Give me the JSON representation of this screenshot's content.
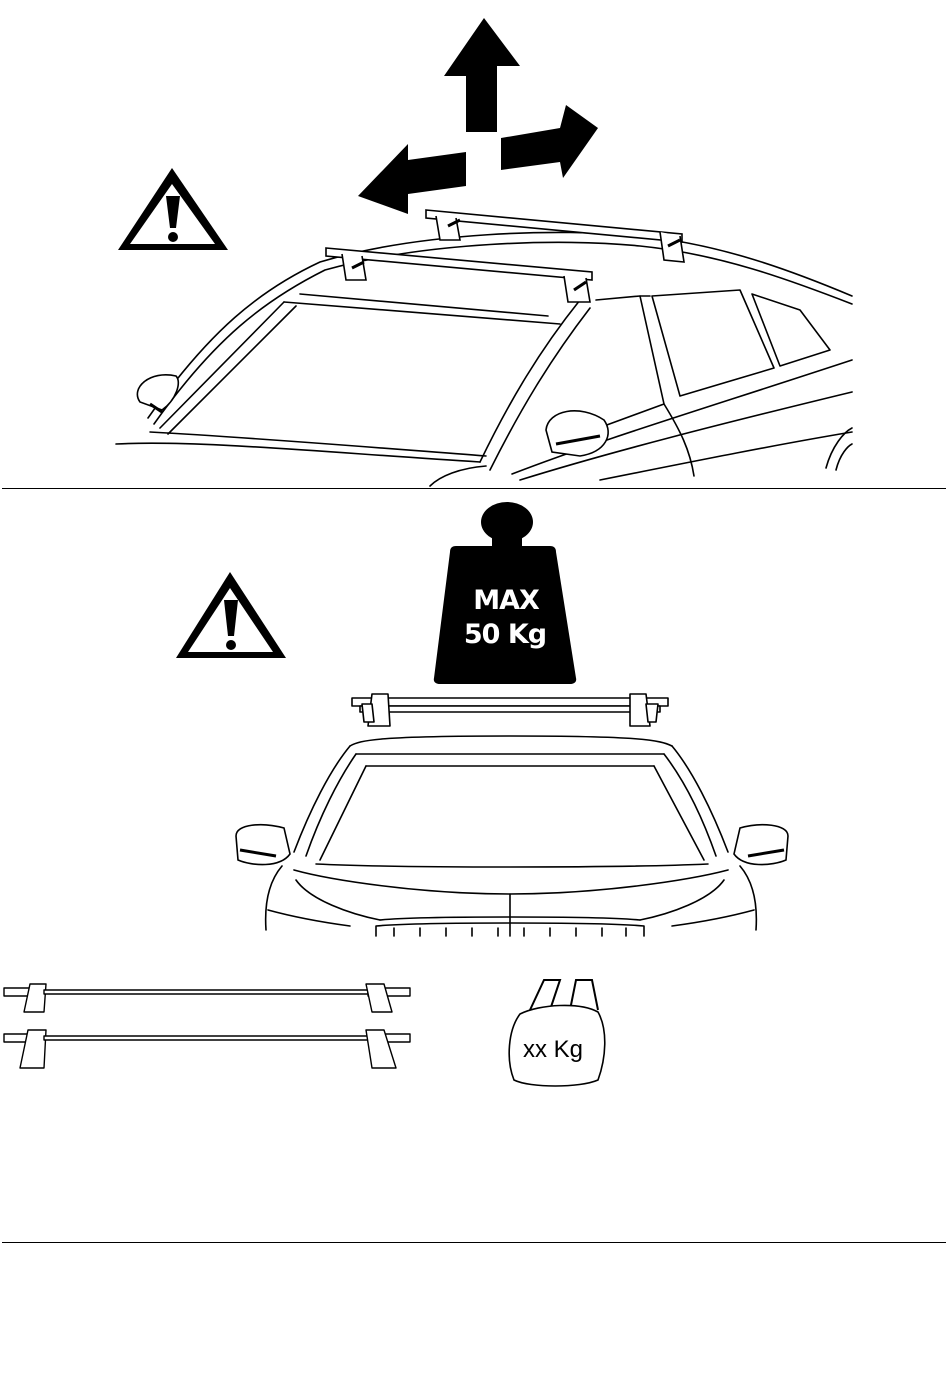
{
  "colors": {
    "ink": "#000000",
    "background": "#ffffff",
    "weight_text": "#ffffff"
  },
  "panels": {
    "top": {
      "warning_icon": "warning-triangle-icon",
      "arrows": [
        "arrow-up-icon",
        "arrow-left-icon",
        "arrow-right-icon"
      ]
    },
    "middle": {
      "warning_icon": "warning-triangle-icon",
      "weight": {
        "line1": "MAX",
        "line2": "50 Kg"
      }
    },
    "bottom": {
      "bag_label": "xx Kg",
      "bars_count": 2
    }
  }
}
